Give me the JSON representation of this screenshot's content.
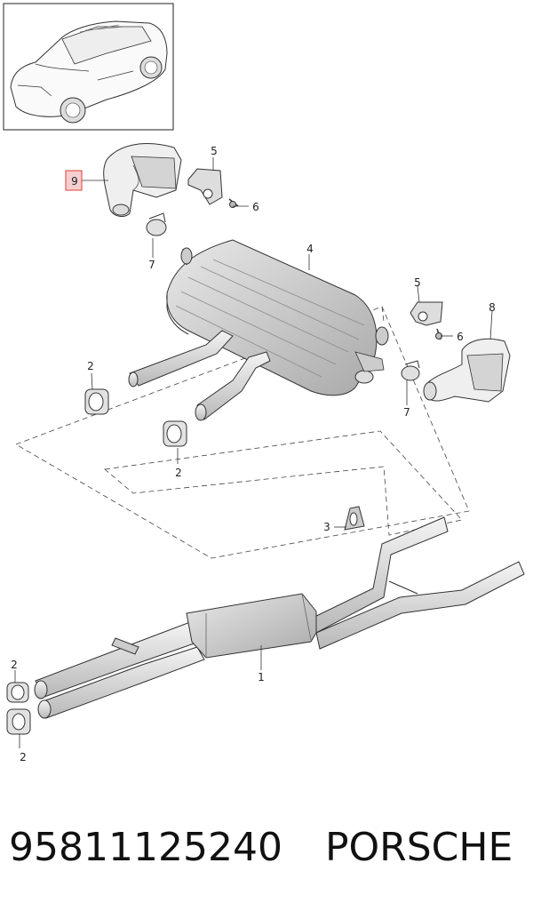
{
  "diagram": {
    "callouts": {
      "c1": "1",
      "c2a": "2",
      "c2b": "2",
      "c2c": "2",
      "c2d": "2",
      "c3": "3",
      "c4": "4",
      "c5a": "5",
      "c5b": "5",
      "c6a": "6",
      "c6b": "6",
      "c7a": "7",
      "c7b": "7",
      "c8": "8",
      "c9": "9"
    },
    "highlight_color": "#e23b3b",
    "highlight_fill": "#f5cfcf"
  },
  "footer": {
    "part_number": "95811125240",
    "brand": "PORSCHE"
  }
}
